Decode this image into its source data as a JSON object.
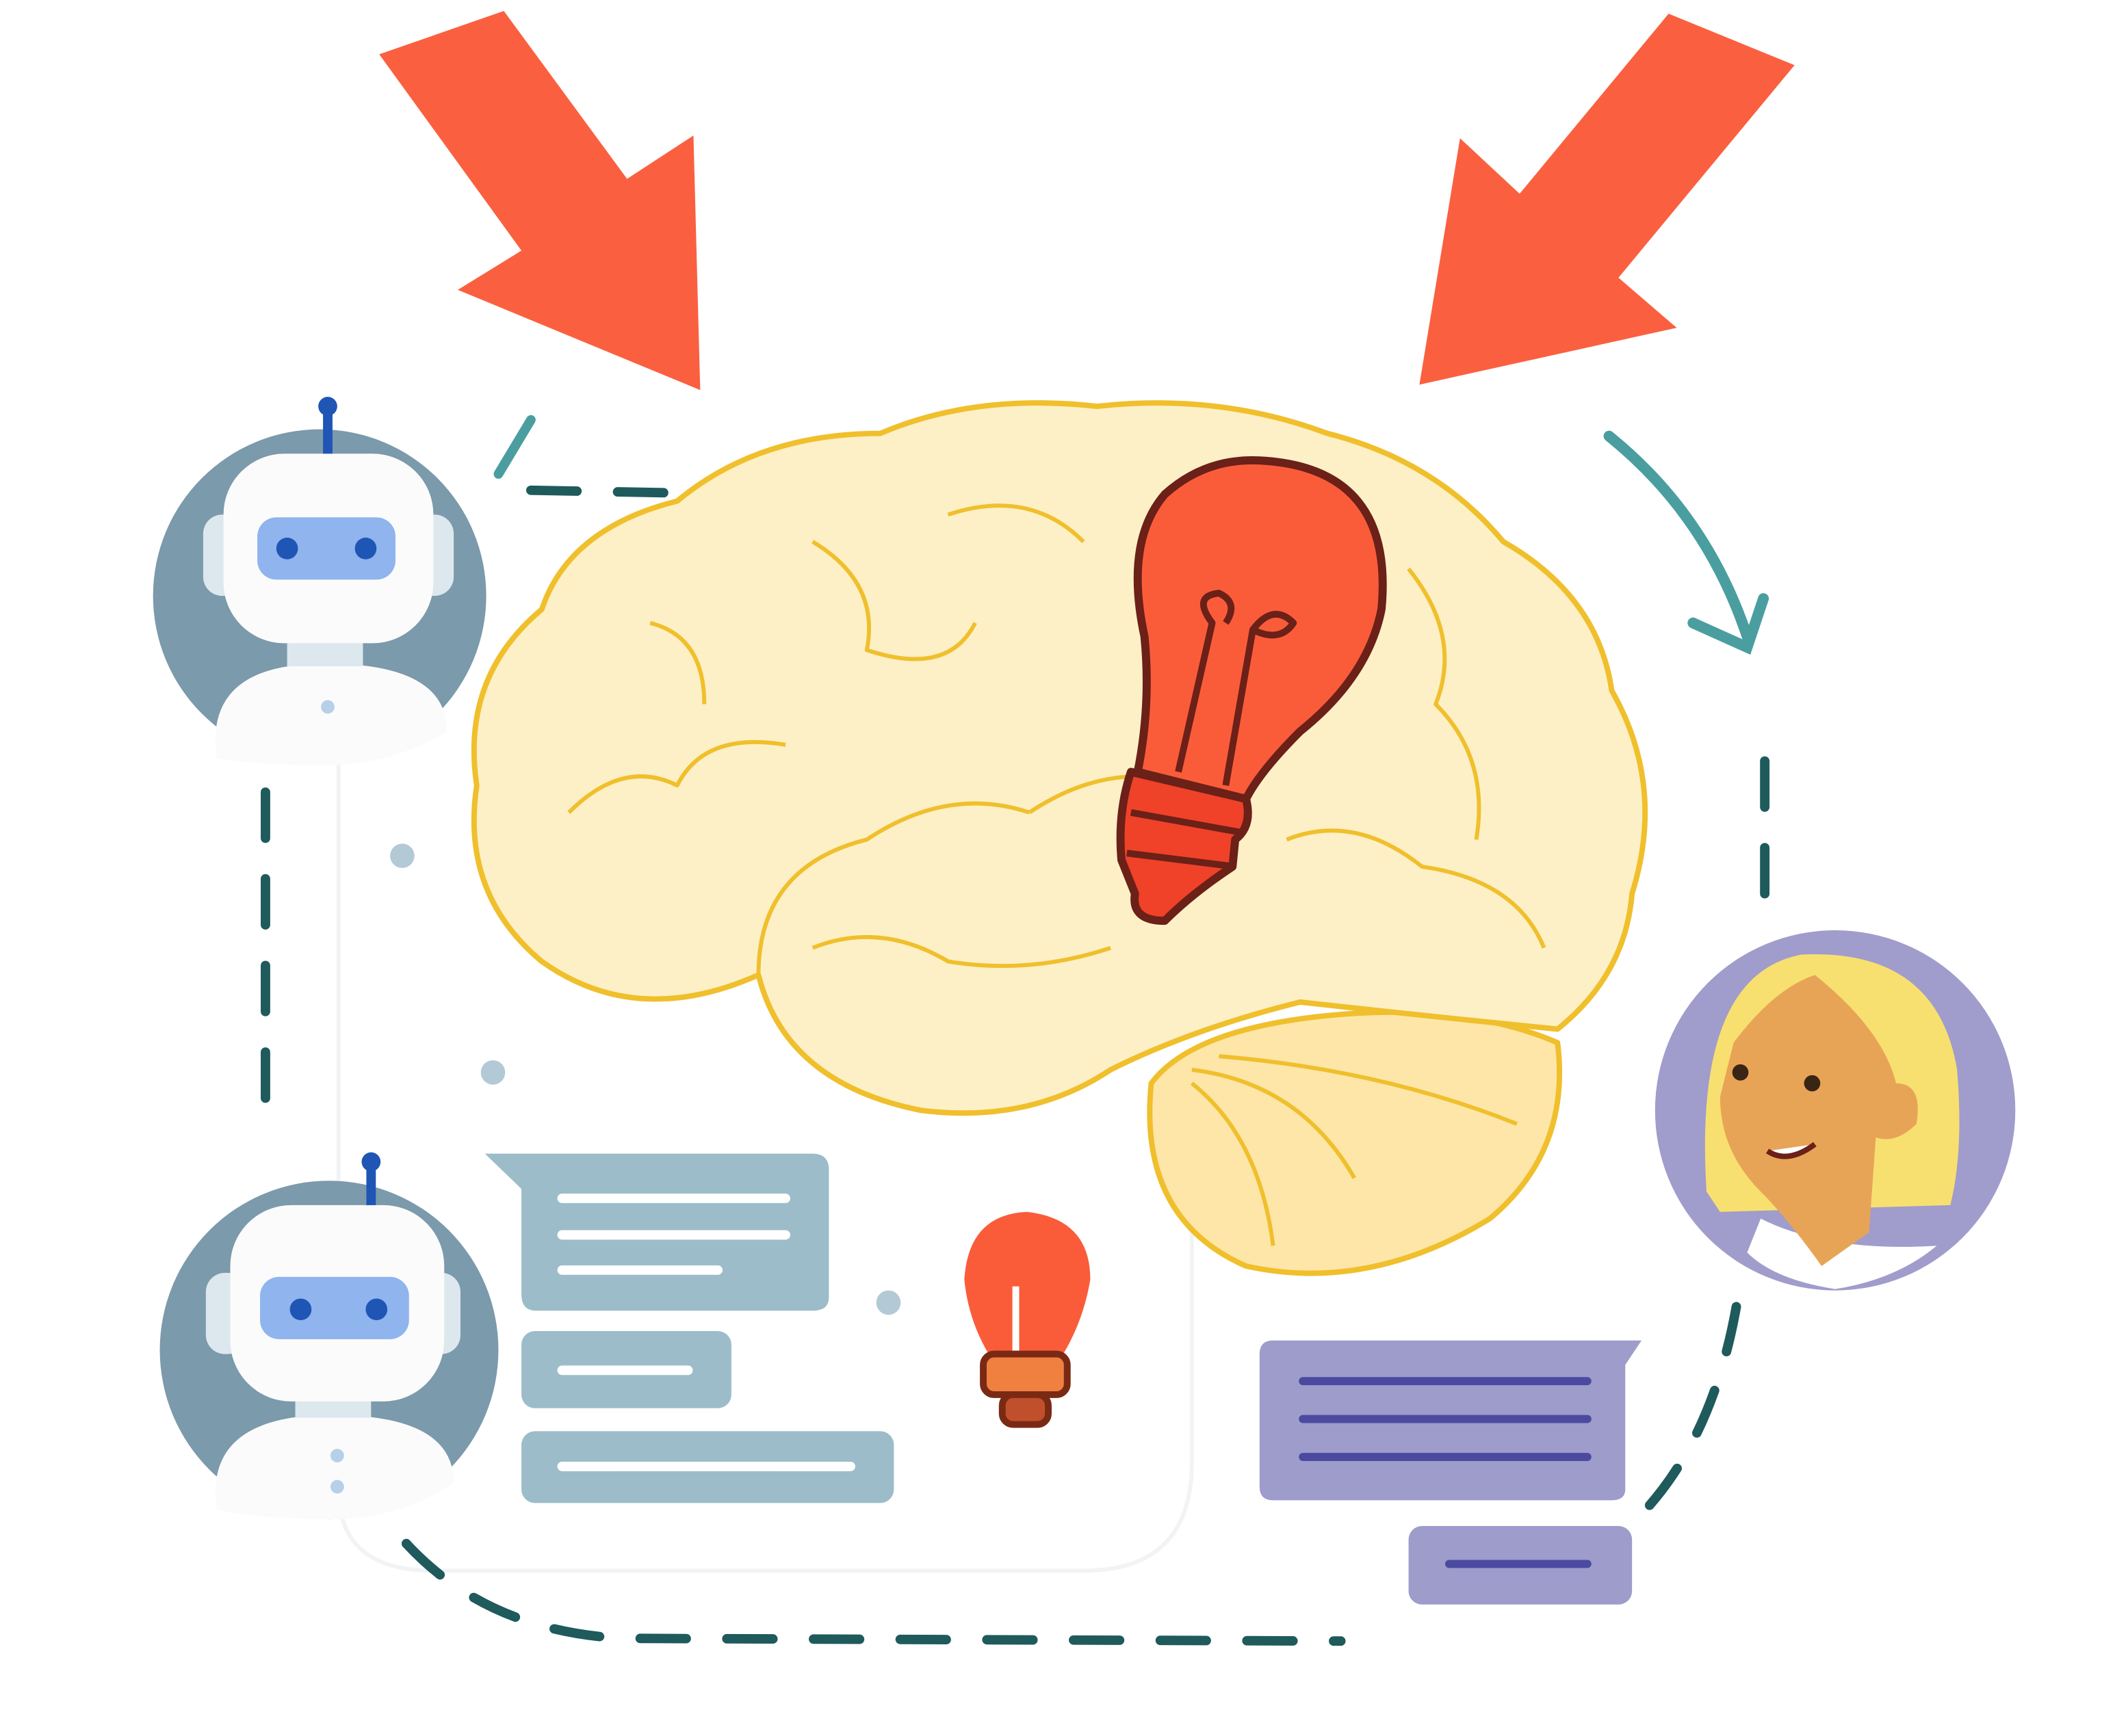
{
  "illustration": {
    "elements": [
      "arrow-icon",
      "arrow-icon",
      "brain-icon",
      "lightbulb-icon",
      "robot-avatar",
      "robot-avatar",
      "person-avatar",
      "chat-bubble-icon",
      "curved-arrow-icon"
    ],
    "colors": {
      "arrow": "#fa6040",
      "brain_fill": "#fdf0c6",
      "brain_stroke": "#f0bf2c",
      "bulb": "#fa5c3a",
      "bulb_outline": "#6b2018",
      "robot_bg": "#7b9aab",
      "robot_visor": "#8fb4ee",
      "person_bg": "#a09ccc",
      "person_hair": "#f8e070",
      "person_skin": "#e8a456",
      "bubble_blue": "#9dbcca",
      "bubble_purple": "#9d9ccb",
      "dashed_path": "#1f5a5c",
      "teal_arrow": "#4a9ea0"
    }
  }
}
